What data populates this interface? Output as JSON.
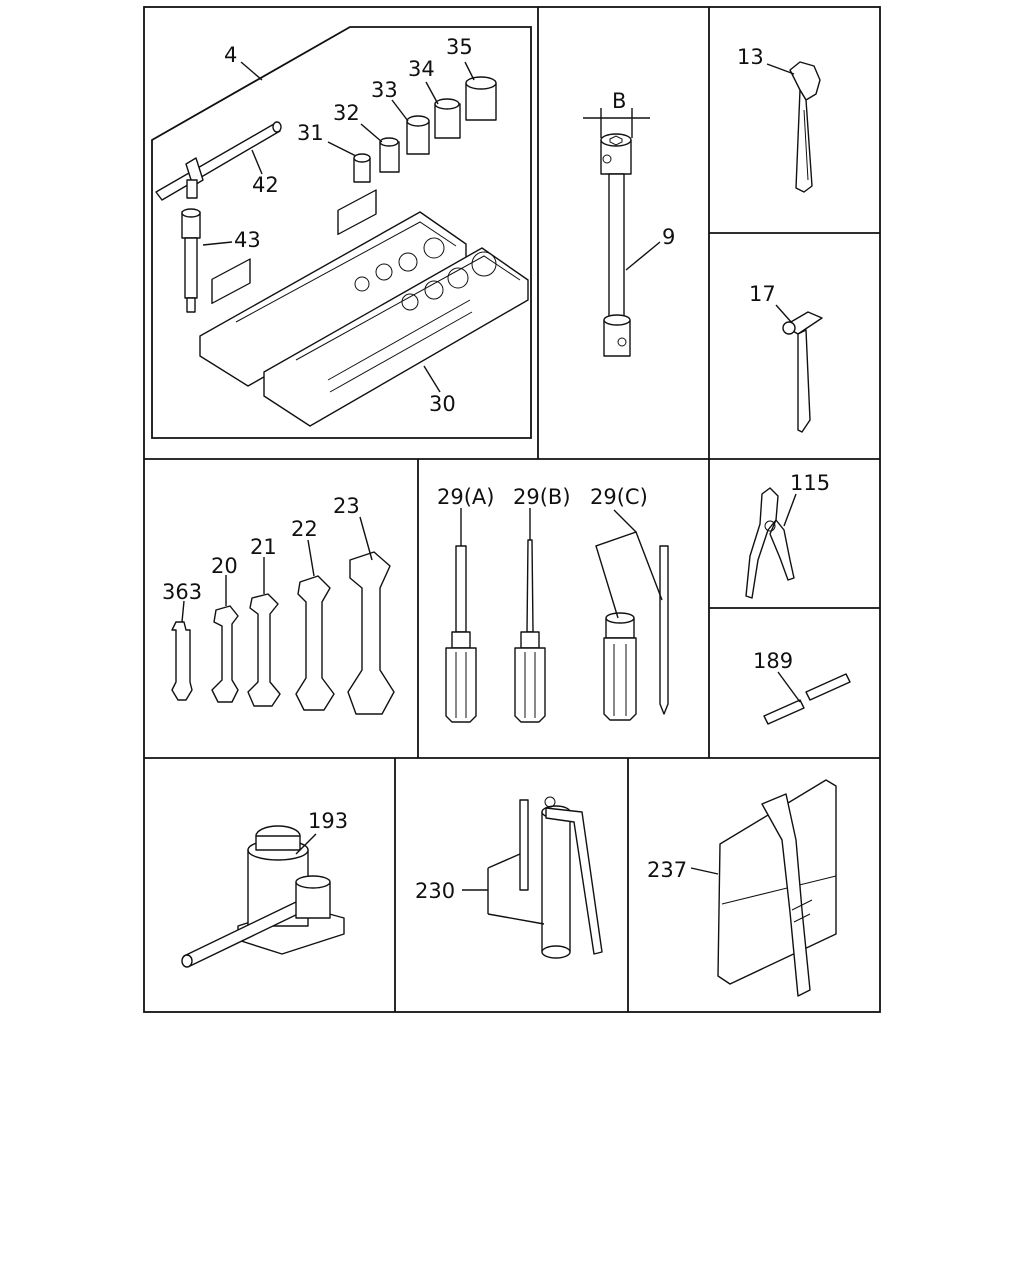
{
  "title": "",
  "panels": [
    {
      "id": "socket-set",
      "labels": {
        "kit": "4",
        "tbar": "42",
        "ext": "43",
        "s31": "31",
        "s32": "32",
        "s33": "33",
        "s34": "34",
        "s35": "35",
        "case": "30"
      }
    },
    {
      "id": "box-wrench",
      "labels": {
        "part": "9",
        "dim": "B"
      }
    },
    {
      "id": "adjustable-wrench",
      "labels": {
        "part": "13"
      }
    },
    {
      "id": "hammer",
      "labels": {
        "part": "17"
      }
    },
    {
      "id": "wrench-set",
      "labels": {
        "w363": "363",
        "w20": "20",
        "w21": "21",
        "w22": "22",
        "w23": "23"
      }
    },
    {
      "id": "screwdrivers",
      "labels": {
        "a": "29(A)",
        "b": "29(B)",
        "c": "29(C)"
      }
    },
    {
      "id": "pliers",
      "labels": {
        "part": "115"
      }
    },
    {
      "id": "bar",
      "labels": {
        "part": "189"
      }
    },
    {
      "id": "jack",
      "labels": {
        "part": "193"
      }
    },
    {
      "id": "grease-gun",
      "labels": {
        "part": "230"
      }
    },
    {
      "id": "tool-bag",
      "labels": {
        "part": "237"
      }
    }
  ]
}
